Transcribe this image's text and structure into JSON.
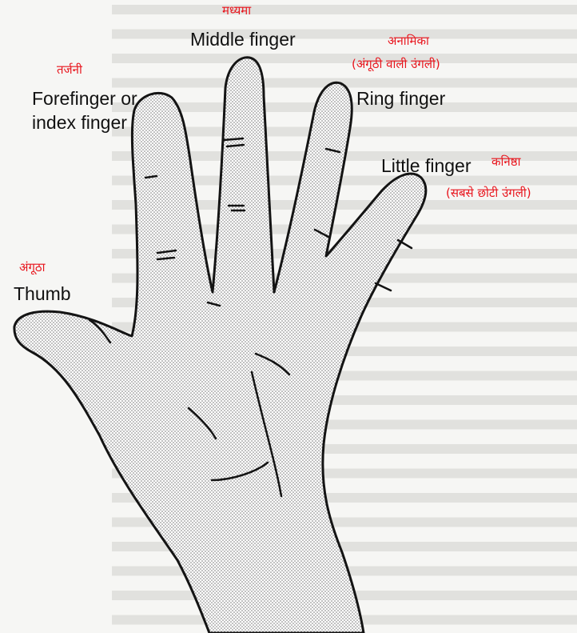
{
  "colors": {
    "hindi_label": "#e8141c",
    "english_label": "#111111",
    "outline": "#141414",
    "background": "#f6f6f4",
    "faded_text": "#c9c9c6"
  },
  "labels": {
    "middle": {
      "english": "Middle finger",
      "hindi": "मध्यमा"
    },
    "ring": {
      "english": "Ring finger",
      "hindi": "अनामिका",
      "hindi_note": "(अंगूठी वाली उंगली)"
    },
    "index": {
      "english_line1": "Forefinger or",
      "english_line2": "index finger",
      "hindi": "तर्जनी"
    },
    "little": {
      "english": "Little finger",
      "hindi": "कनिष्ठा",
      "hindi_note": "(सबसे छोटी उंगली)"
    },
    "thumb": {
      "english": "Thumb",
      "hindi": "अंगूठा"
    }
  }
}
